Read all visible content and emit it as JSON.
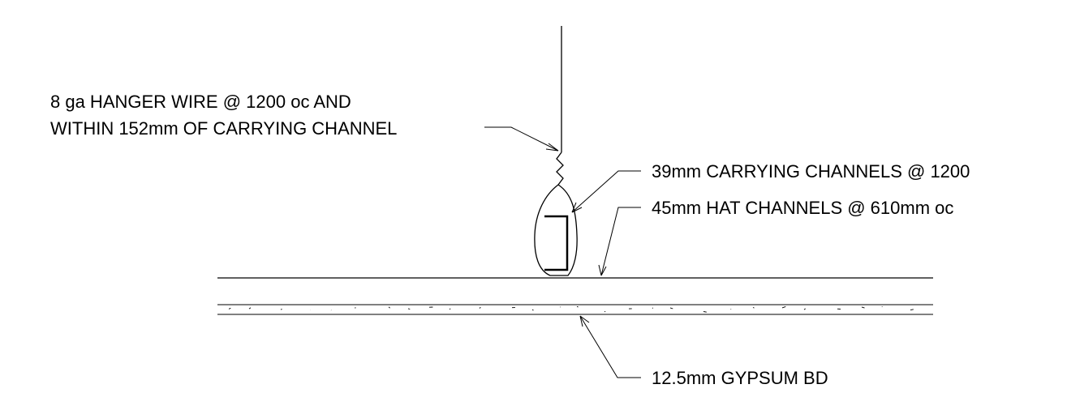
{
  "diagram": {
    "labels": {
      "hanger_wire_line1": "8 ga HANGER WIRE @ 1200 oc AND",
      "hanger_wire_line2": "WITHIN 152mm OF CARRYING CHANNEL",
      "carrying_channels": "39mm CARRYING CHANNELS @ 1200",
      "hat_channels": "45mm HAT CHANNELS @ 610mm oc",
      "gypsum_board": "12.5mm GYPSUM BD"
    },
    "colors": {
      "line": "#000000",
      "background": "#ffffff"
    }
  }
}
